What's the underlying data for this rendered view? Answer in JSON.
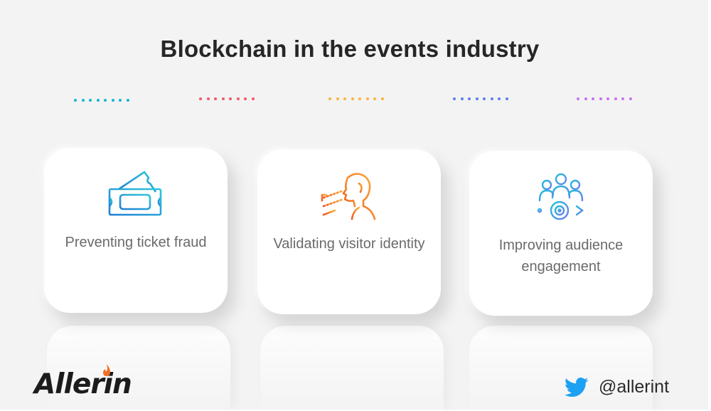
{
  "title": "Blockchain in the events industry",
  "dot_rows": [
    {
      "color": "#13b6d1"
    },
    {
      "color": "#f0596b"
    },
    {
      "color": "#f9b43e"
    },
    {
      "color": "#5d7ef0"
    },
    {
      "color": "#c574ee"
    }
  ],
  "cards": [
    {
      "label": "Preventing ticket fraud",
      "icon": "ticket-icon",
      "icon_colors": [
        "#1f7fd6",
        "#2ec6d9"
      ]
    },
    {
      "label": "Validating visitor identity",
      "icon": "face-scan-icon",
      "icon_colors": [
        "#f05a24",
        "#fbb03b"
      ]
    },
    {
      "label": "Improving audience engagement",
      "icon": "audience-target-icon",
      "icon_colors": [
        "#1ec0d8",
        "#6a7ef0"
      ]
    }
  ],
  "brand": {
    "name": "Allerin",
    "flame_color": "#f27023"
  },
  "social": {
    "handle": "@allerint",
    "icon": "twitter-icon",
    "icon_color": "#1da1f2"
  }
}
